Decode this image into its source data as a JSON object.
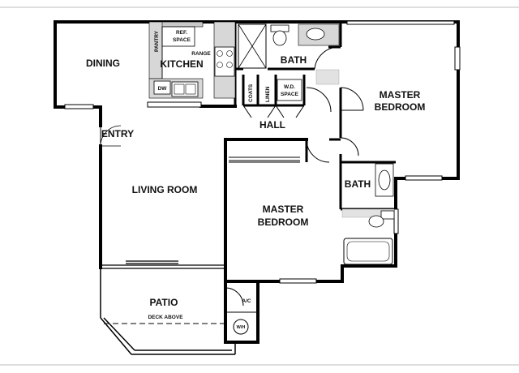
{
  "floorplan": {
    "rooms": {
      "dining": "DINING",
      "kitchen": "KITCHEN",
      "bath_top": "BATH",
      "hall": "HALL",
      "master_bedroom_right_line1": "MASTER",
      "master_bedroom_right_line2": "BEDROOM",
      "entry": "ENTRY",
      "living_room": "LIVING ROOM",
      "bath_right": "BATH",
      "master_bedroom_center_line1": "MASTER",
      "master_bedroom_center_line2": "BEDROOM",
      "patio": "PATIO"
    },
    "fixtures": {
      "pantry": "PANTRY",
      "ref_space_line1": "REF.",
      "ref_space_line2": "SPACE",
      "range": "RANGE",
      "dw": "DW",
      "coats": "COATS",
      "linen": "LINEN",
      "wd_space_line1": "W.D.",
      "wd_space_line2": "SPACE",
      "ac": "A/C",
      "wh": "W/H",
      "deck_above": "DECK ABOVE"
    }
  }
}
